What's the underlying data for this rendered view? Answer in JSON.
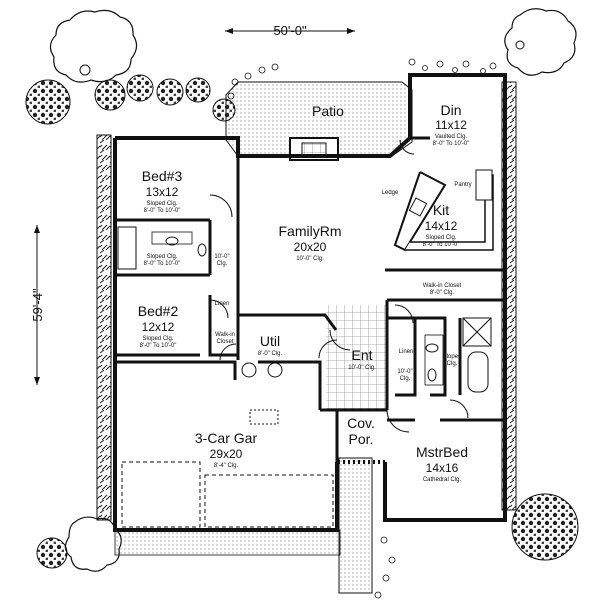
{
  "dimensions": {
    "width": "50'-0\"",
    "depth": "59'-4\""
  },
  "rooms": {
    "patio": {
      "name": "Patio"
    },
    "dining": {
      "name": "Din",
      "size": "11x12",
      "note1": "Vaulted Clg.",
      "note2": "8'-0\" To 10'-0\""
    },
    "bed3": {
      "name": "Bed#3",
      "size": "13x12",
      "note1": "Sloped Clg.",
      "note2": "8'-0\" To 10'-0\""
    },
    "family": {
      "name": "FamilyRm",
      "size": "20x20",
      "note1": "10'-0\" Clg."
    },
    "kitchen": {
      "name": "Kit",
      "size": "14x12",
      "note1": "Sloped Clg.",
      "note2": "8'-0\" To 10'-0\""
    },
    "bath2": {
      "note1": "Sloped Clg.",
      "note2": "8'-0\" To 10'-0\""
    },
    "hall": {
      "note1": "10'-0\"",
      "note2": "Clg."
    },
    "bed2": {
      "name": "Bed#2",
      "size": "12x12",
      "note1": "Sloped Clg.",
      "note2": "8'-0\" To 10'-0\""
    },
    "walkin_bed2": {
      "line1": "Walk-in",
      "line2": "Closet"
    },
    "linen_hall": {
      "name": "Linen"
    },
    "utility": {
      "name": "Util",
      "note1": "8'-0\" Clg."
    },
    "entry": {
      "name": "Ent",
      "note1": "10'-0\" Clg."
    },
    "walkin_master": {
      "line1": "Walk-in Closet",
      "line2": "8'-0\" Clg."
    },
    "linen_master": {
      "name": "Linen"
    },
    "master_hall": {
      "note1": "10'-0\"",
      "note2": "Clg."
    },
    "master_bath": {
      "note1": "Sloped",
      "note2": "Clg."
    },
    "garage": {
      "name": "3-Car Gar",
      "size": "29x20",
      "note1": "8'-4\" Clg."
    },
    "porch": {
      "line1": "Cov.",
      "line2": "Por."
    },
    "master": {
      "name": "MstrBed",
      "size": "14x16",
      "note1": "Cathedral Clg."
    }
  },
  "labels": {
    "ledge": "Ledge",
    "pantry": "Pantry"
  }
}
